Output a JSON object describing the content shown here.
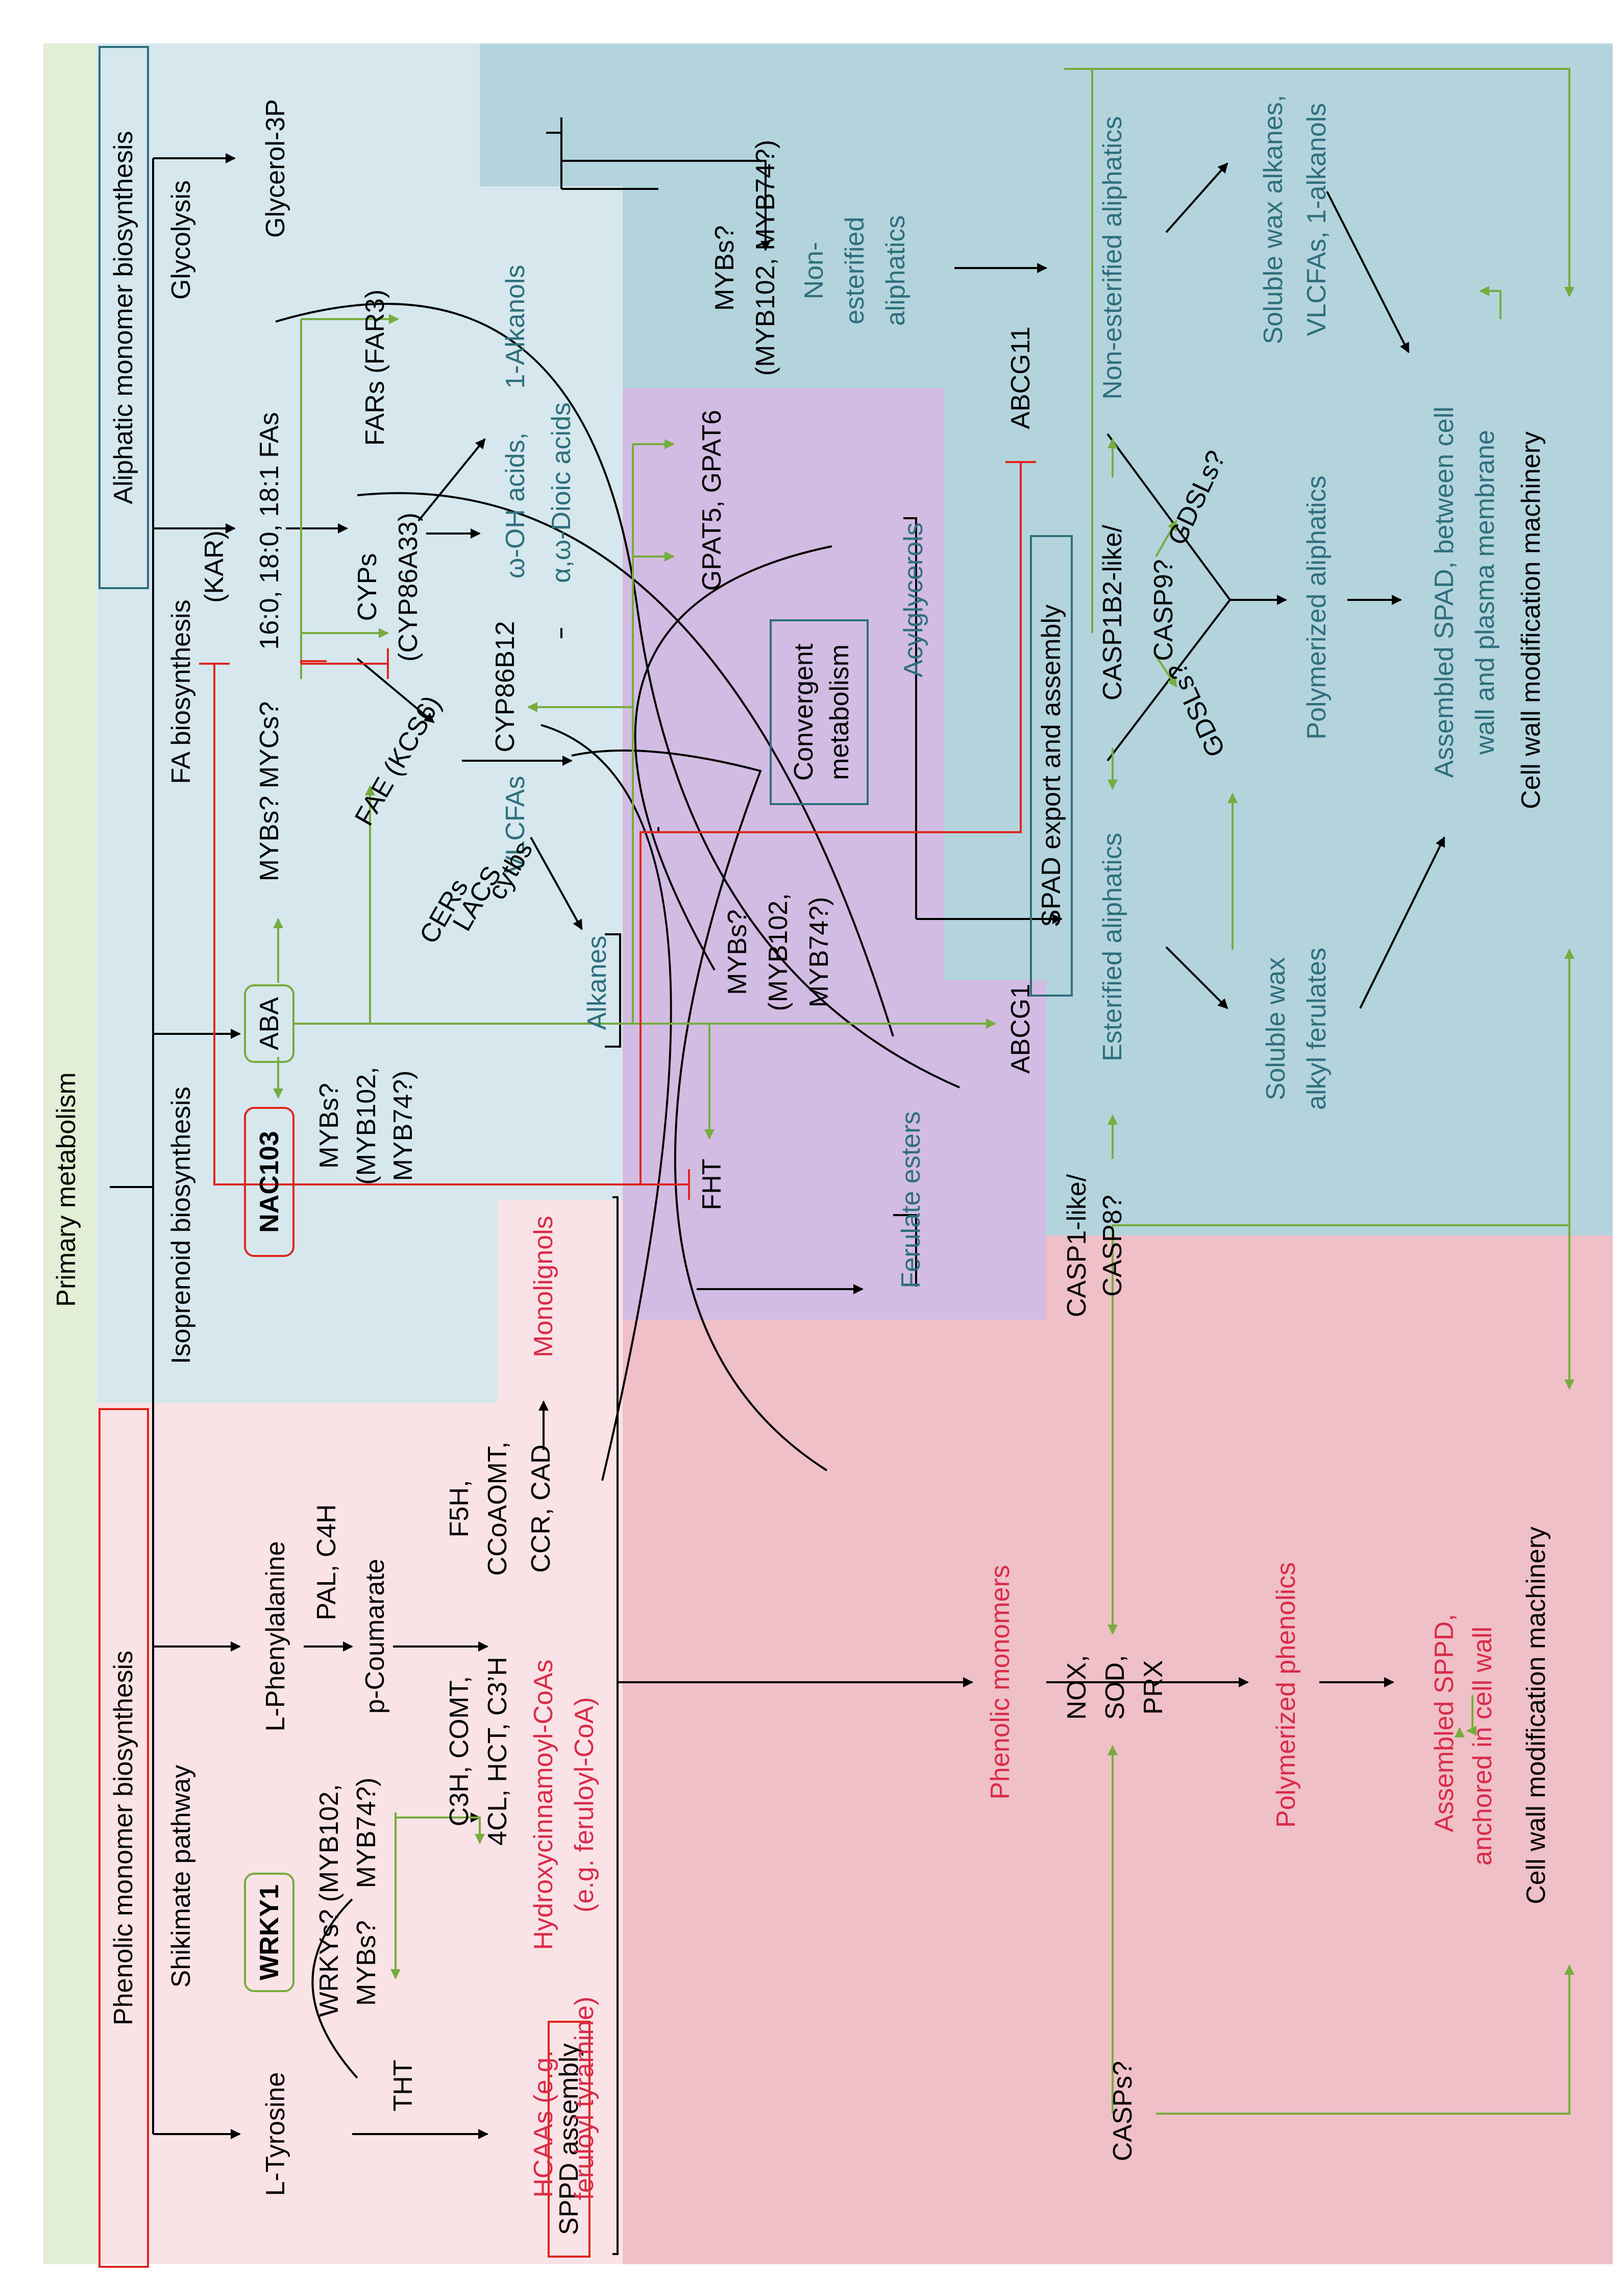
{
  "colors": {
    "black": "#000000",
    "green": "#77AC3E",
    "red": "#E0261E",
    "teal_text": "#2E6F7D",
    "crimson_text": "#D92B4A",
    "bg_primary": "#E3EED6",
    "bg_aliphatic": "#D6E8EE",
    "bg_spad": "#B4D4DD",
    "bg_convergent": "#D3BCE3",
    "bg_phenolic": "#F9E3E6",
    "bg_sppd": "#EFC0C7"
  },
  "regions": {
    "primary": "Primary metabolism",
    "phenolic_biosynthesis": "Phenolic monomer biosynthesis",
    "aliphatic_biosynthesis": "Aliphatic monomer biosynthesis",
    "sppd_assembly": "SPPD assembly",
    "spad_export": "SPAD export and assembly",
    "convergent": [
      "Convergent",
      "metabolism"
    ]
  },
  "pathways": {
    "shikimate": "Shikimate pathway",
    "isoprenoid": "Isoprenoid biosynthesis",
    "fa_biosynthesis": "FA biosynthesis",
    "kar": "(KAR)",
    "glycolysis": "Glycolysis",
    "glycerol3p": "Glycerol-3P"
  },
  "phenolic": {
    "l_tyrosine": "L-Tyrosine",
    "l_phenylalanine": "L-Phenylalanine",
    "pal_c4h": "PAL, C4H",
    "p_coumarate": "p-Coumarate",
    "tht": "THT",
    "wrky1": "WRKY1",
    "wrkys_mybs": [
      "WRKYs?",
      "MYBs?"
    ],
    "myb102_74": [
      "(MYB102,",
      "MYB74?)"
    ],
    "enzymes_c3h": [
      "C3H, COMT,",
      "4CL, HCT, C3’H"
    ],
    "enzymes_f5h": [
      "F5H,",
      "CCoAOMT,"
    ],
    "ccr_cad": "CCR, CAD",
    "hcaas": [
      "HCAAs (e.g.",
      "feruloyl tyramine)"
    ],
    "hydroxycinnamoyl": [
      "Hydroxycinnamoyl-CoAs",
      "(e.g. feruloyl-CoA)"
    ],
    "monolignols": "Monolignols"
  },
  "aliphatic": {
    "aba": "ABA",
    "nac103": "NAC103",
    "mybs_mycs": "MYBs? MYCs?",
    "mybs_lr": [
      "MYBs?",
      "(MYB102,",
      "MYB74?)"
    ],
    "fatty_acids": "16:0, 18:0, 18:1 FAs",
    "fars": "FARs (FAR3)",
    "alkanols": "1-Alkanols",
    "cyps": [
      "CYPs",
      "(CYP86A33)"
    ],
    "omega_oh": "ω-OH acids,",
    "dioic": "α,ω-Dioic acids",
    "cyp86b12": "CYP86B12",
    "fae": "FAE (KCS6)",
    "vlcfas": "VLCFAs",
    "cers": "CERs",
    "lacs": "LACS",
    "cytbs": "cytbs",
    "alkanes": "Alkanes",
    "mybs_upper": [
      "MYBs?",
      "(MYB102, MYB74?)"
    ]
  },
  "convergent_items": {
    "mybs": [
      "MYBs?",
      "(MYB102,",
      "MYB74?)"
    ],
    "gpat": "GPAT5, GPAT6",
    "acylglycerols": "Acylglycerols",
    "fht": "FHT",
    "ferulate_esters": "Ferulate esters"
  },
  "spad": {
    "abcg1": "ABCG1",
    "abcg11": "ABCG11",
    "non_esterified_top": [
      "Non-",
      "esterified",
      "aliphatics"
    ],
    "esterified": "Esterified aliphatics",
    "casp1b2": "CASP1B2-like/",
    "casp9": "CASP9?",
    "non_esterified": "Non-esterified aliphatics",
    "gdsls_1": "GDSLs?",
    "gdsls_2": "GDSLs?",
    "polymerized_aliphatics": "Polymerized aliphatics",
    "soluble_wax_alkanes": [
      "Soluble wax alkanes,",
      "VLCFAs, 1-alkanols"
    ],
    "soluble_wax_ferulates": [
      "Soluble wax",
      "alkyl ferulates"
    ],
    "assembled_spad": [
      "Assembled SPAD, between cell",
      "wall and plasma membrane"
    ],
    "cell_wall_top": "Cell wall modification machinery"
  },
  "sppd": {
    "casp1_like": [
      "CASP1-like/",
      "CASP8?"
    ],
    "phenolic_monomers": "Phenolic monomers",
    "enzymes": [
      "NOX,",
      "SOD,",
      "PRX"
    ],
    "polymerized_phenolics": "Polymerized phenolics",
    "assembled_sppd": [
      "Assembled SPPD,",
      "anchored in cell wall"
    ],
    "cell_wall_bottom": "Cell wall modification machinery",
    "casps": "CASPs?"
  }
}
